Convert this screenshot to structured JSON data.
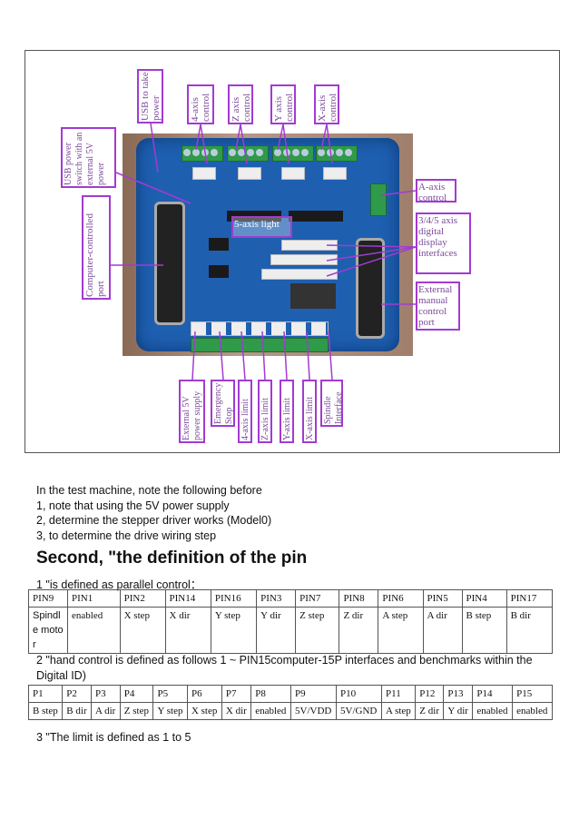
{
  "figure": {
    "top_labels": [
      "USB to take power",
      "4-axis control",
      "Z axis control",
      "Y axis control",
      "X-axis control"
    ],
    "left_labels": [
      "USB power switch with an external 5V power",
      "Computer-controlled port"
    ],
    "right_labels": [
      "A-axis control",
      "3/4/5 axis digital display interfaces",
      "External manual control port"
    ],
    "bottom_labels": [
      "External 5V power supply",
      "Emergency Stop",
      "4-axis limit",
      "Z-axis limit",
      "Y-axis limit",
      "X-axis limit",
      "Spindle Interface"
    ],
    "center_label": "5-axis light",
    "accent_color": "#a23bd1"
  },
  "text": {
    "line1": "In the test machine, note the following before",
    "line2": "1, note that using the 5V power supply",
    "line3": "2, determine the stepper driver works (Model0)",
    "line4": "3, to determine the drive wiring step",
    "heading": "Second, \"the definition of the pin",
    "sec1": "1 \"is defined as parallel control：",
    "sec2": "2 \"hand control is defined as follows 1 ~ PIN15computer-15P interfaces and benchmarks within the Digital ID)",
    "sec3": "3 \"The limit is defined as 1 to 5"
  },
  "table1": {
    "headers": [
      "PIN9",
      "PIN1",
      "PIN2",
      "PIN14",
      "PIN16",
      "PIN3",
      "PIN7",
      "PIN8",
      "PIN6",
      "PIN5",
      "PIN4",
      "PIN17"
    ],
    "cells": [
      "Spindle motor",
      "enabled",
      "X step",
      "X dir",
      "Y step",
      "Y dir",
      "Z step",
      "Z dir",
      "A step",
      "A dir",
      "B step",
      "B dir"
    ]
  },
  "table2": {
    "headers": [
      "P1",
      "P2",
      "P3",
      "P4",
      "P5",
      "P6",
      "P7",
      "P8",
      "P9",
      "P10",
      "P11",
      "P12",
      "P13",
      "P14",
      "P15"
    ],
    "cells": [
      "B step",
      "B dir",
      "A dir",
      "Z step",
      "Y step",
      "X step",
      "X dir",
      "enabled",
      "5V/VDD",
      "5V/GND",
      "A step",
      "Z dir",
      "Y dir",
      "enabled",
      "enabled"
    ]
  }
}
